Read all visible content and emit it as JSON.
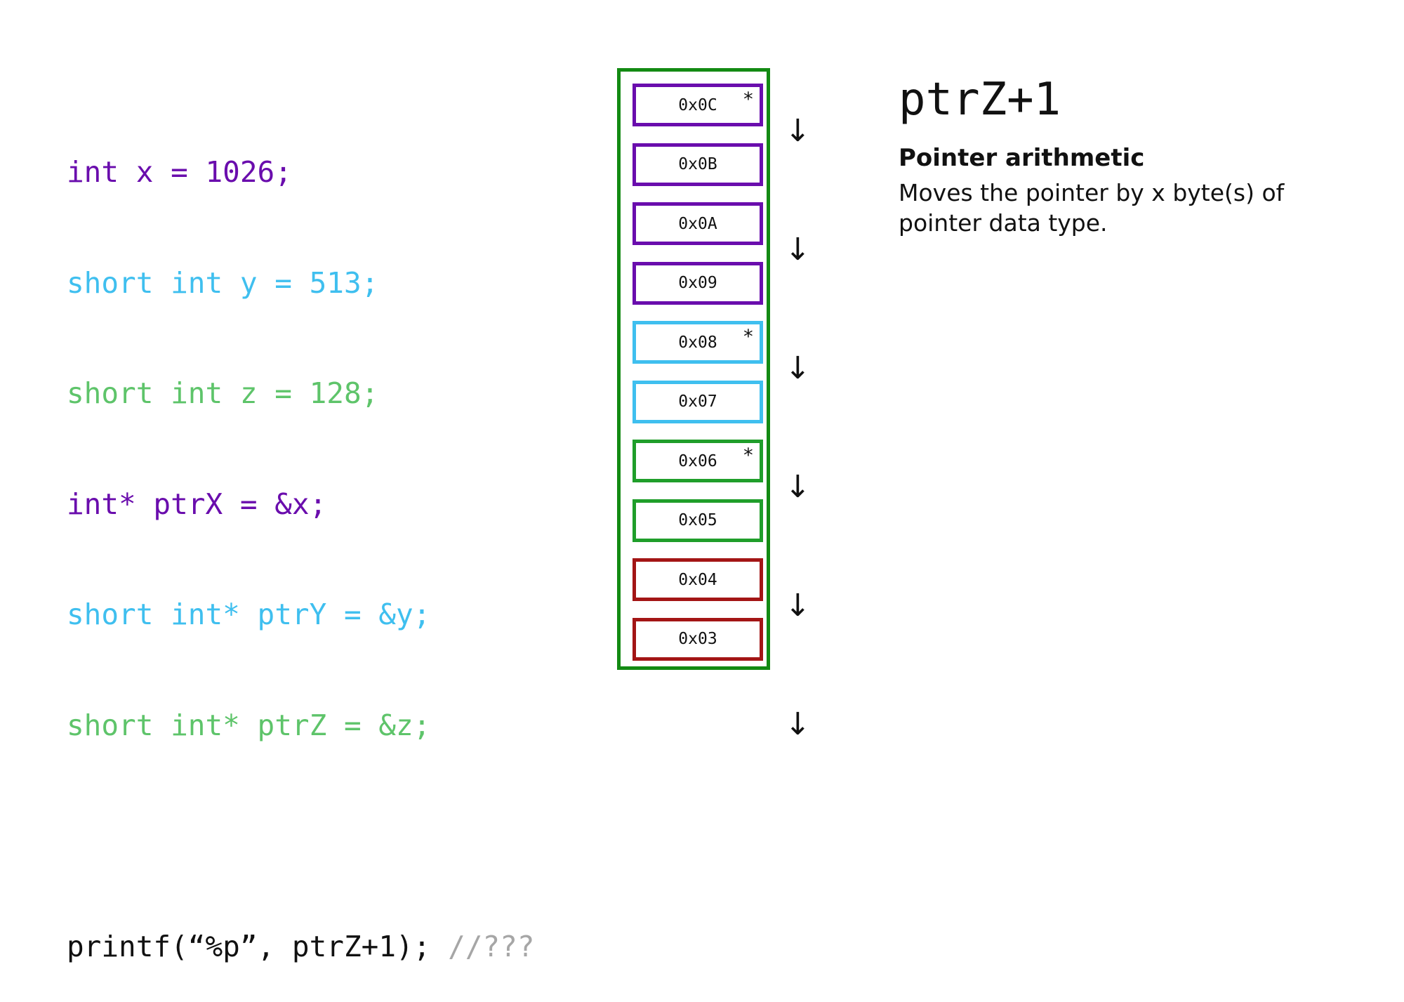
{
  "code": {
    "lines": [
      {
        "text": "int x = 1026;",
        "color": "#6a0dad"
      },
      {
        "text": "short int y = 513;",
        "color": "#3fbfef"
      },
      {
        "text": "short int z = 128;",
        "color": "#5ec46a"
      },
      {
        "text": "int* ptrX = &x;",
        "color": "#6a0dad"
      },
      {
        "text": "short int* ptrY = &y;",
        "color": "#3fbfef"
      },
      {
        "text": "short int* ptrZ = &z;",
        "color": "#5ec46a"
      }
    ],
    "printf_text": "printf(“%p”, ptrZ+1); ",
    "printf_color": "#111111",
    "comment_text": "//???"
  },
  "memory": {
    "frame_color": "#138a13",
    "cells": [
      {
        "address": "0x0C",
        "star": "*",
        "color": "#6a0dad"
      },
      {
        "address": "0x0B",
        "star": "",
        "color": "#6a0dad"
      },
      {
        "address": "0x0A",
        "star": "",
        "color": "#6a0dad"
      },
      {
        "address": "0x09",
        "star": "",
        "color": "#6a0dad"
      },
      {
        "address": "0x08",
        "star": "*",
        "color": "#3fbfef"
      },
      {
        "address": "0x07",
        "star": "",
        "color": "#3fbfef"
      },
      {
        "address": "0x06",
        "star": "*",
        "color": "#1f9e2a"
      },
      {
        "address": "0x05",
        "star": "",
        "color": "#1f9e2a"
      },
      {
        "address": "0x04",
        "star": "",
        "color": "#a31515"
      },
      {
        "address": "0x03",
        "star": "",
        "color": "#a31515"
      }
    ],
    "arrow_glyph": "↓",
    "arrow_count": 6
  },
  "info": {
    "heading": "ptrZ+1",
    "subheading": "Pointer arithmetic",
    "description": "Moves the pointer by x byte(s) of pointer data type."
  }
}
